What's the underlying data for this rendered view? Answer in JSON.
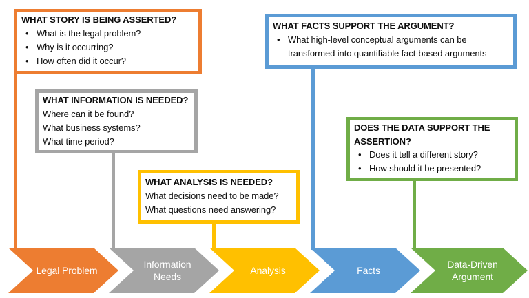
{
  "slide": {
    "background": "#FFFFFF",
    "text_color": "#0D0D0D"
  },
  "callouts": [
    {
      "name": "what-story",
      "accent": "#ED7D31",
      "title": "WHAT STORY IS BEING ASSERTED?",
      "bulleted": true,
      "items": [
        "What is the legal problem?",
        "Why is it occurring?",
        "How often did it occur?"
      ]
    },
    {
      "name": "what-information",
      "accent": "#A5A5A5",
      "title": "WHAT INFORMATION IS NEEDED?",
      "bulleted": false,
      "items": [
        "Where can it be found?",
        "What business systems?",
        "What time period?"
      ]
    },
    {
      "name": "what-analysis",
      "accent": "#FFC000",
      "title": "WHAT ANALYSIS IS NEEDED?",
      "bulleted": false,
      "items": [
        "What decisions need to be made?",
        "What questions need answering?"
      ]
    },
    {
      "name": "what-facts",
      "accent": "#5B9BD5",
      "title": "WHAT FACTS SUPPORT THE ARGUMENT?",
      "bulleted": true,
      "items": [
        "What high-level conceptual arguments can be transformed into quantifiable fact-based arguments"
      ]
    },
    {
      "name": "does-data-support",
      "accent": "#70AD47",
      "title": "DOES THE DATA SUPPORT THE ASSERTION?",
      "bulleted": true,
      "items": [
        "Does it tell a different story?",
        "How should it be presented?"
      ]
    }
  ],
  "process_arrows": [
    {
      "label": "Legal Problem",
      "color": "#ED7D31"
    },
    {
      "label": "Information Needs",
      "color": "#A5A5A5"
    },
    {
      "label": "Analysis",
      "color": "#FFC000"
    },
    {
      "label": "Facts",
      "color": "#5B9BD5"
    },
    {
      "label": "Data-Driven Argument",
      "color": "#70AD47"
    }
  ]
}
